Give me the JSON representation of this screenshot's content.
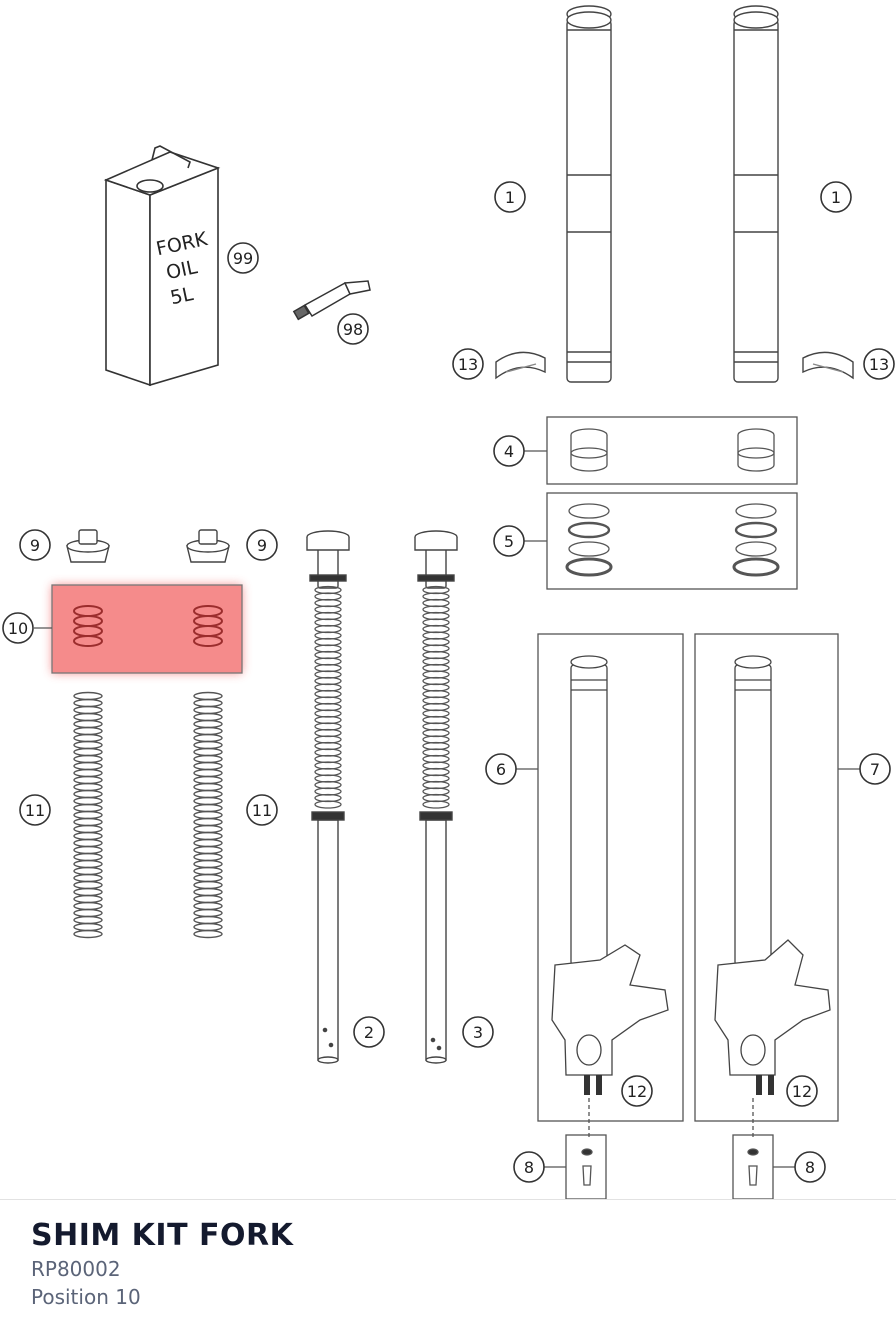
{
  "can_label": {
    "line1": "FORK",
    "line2": "OIL",
    "line3": "5L"
  },
  "callouts": [
    "1",
    "1",
    "13",
    "13",
    "4",
    "5",
    "9",
    "9",
    "10",
    "11",
    "11",
    "6",
    "7",
    "2",
    "3",
    "12",
    "12",
    "8",
    "8",
    "99",
    "98"
  ],
  "highlight_color": "#f47a7a",
  "footer": {
    "part_name": "SHIM KIT FORK",
    "part_number": "RP80002",
    "position": "Position 10"
  }
}
